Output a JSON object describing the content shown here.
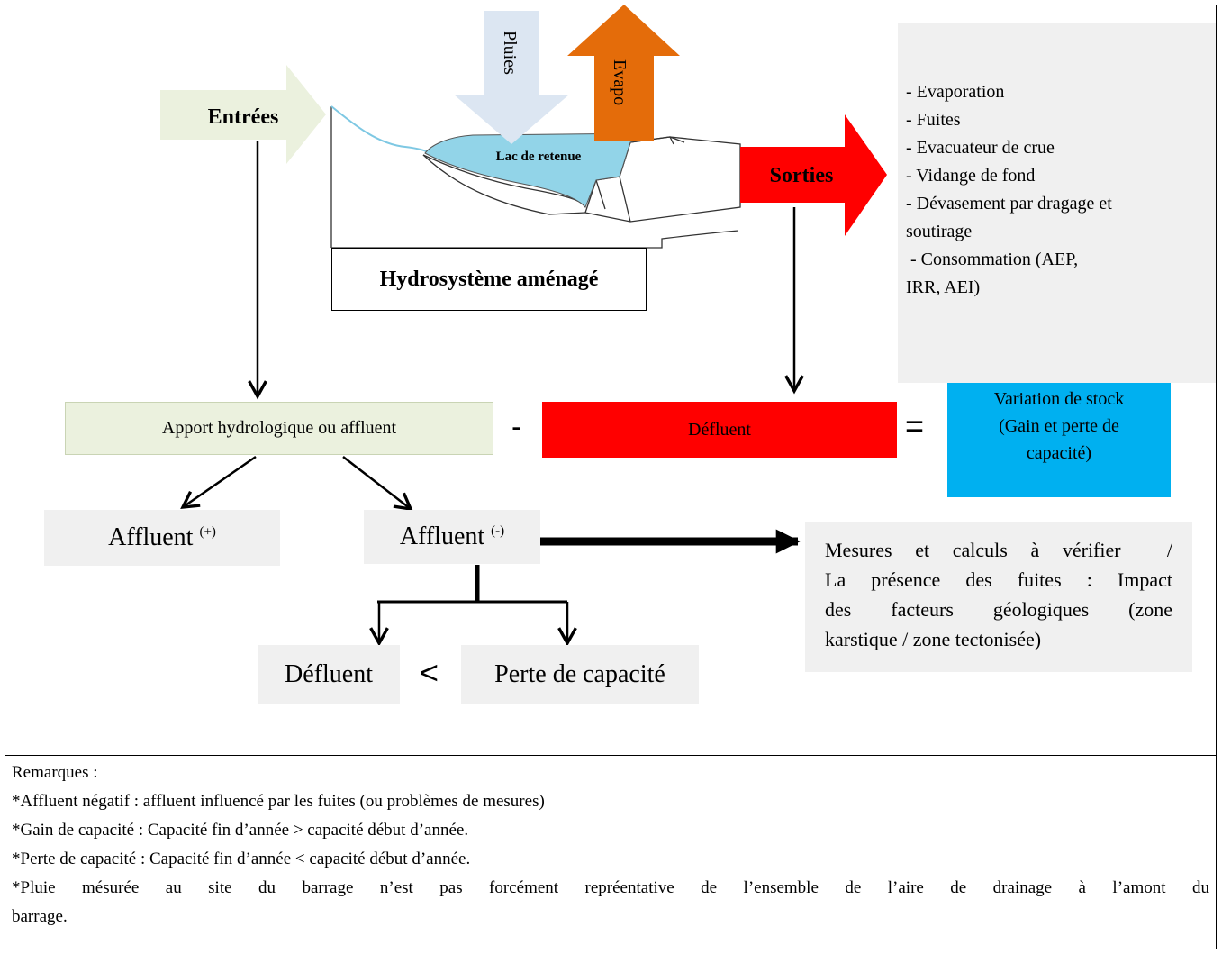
{
  "diagram": {
    "inputs": {
      "label": "Entrées"
    },
    "rain": {
      "label": "Pluies"
    },
    "evap": {
      "label": "Evapo"
    },
    "reservoir": {
      "label": "Lac de retenue"
    },
    "system": {
      "label": "Hydrosystème aménagé"
    },
    "outputs": {
      "label": "Sorties",
      "items": [
        "- Evaporation",
        "- Fuites",
        "- Evacuateur de crue",
        "- Vidange de fond",
        "- Dévasement par dragage et",
        "soutirage",
        " - Consommation (AEP,",
        "IRR, AEI)"
      ]
    },
    "equation": {
      "inflow": "Apport hydrologique ou affluent",
      "minus": "-",
      "outflow": "Défluent",
      "equals": "=",
      "result_lines": [
        "Variation de stock",
        "(Gain et perte de",
        "capacité)"
      ]
    },
    "affluent_pos": {
      "label": "Affluent",
      "sup": "(+)"
    },
    "affluent_neg": {
      "label": "Affluent",
      "sup": "(-)"
    },
    "check": {
      "lines": [
        "Mesures et calculs à vérifier  /",
        "La présence des fuites : Impact",
        "des facteurs géologiques (zone",
        "karstique / zone tectonisée)"
      ]
    },
    "compare": {
      "left": "Défluent",
      "symbol": "<",
      "right": "Perte de capacité"
    }
  },
  "notes": {
    "title": "Remarques :",
    "items": [
      "*Affluent négatif : affluent influencé par les fuites (ou problèmes de mesures)",
      "*Gain de capacité : Capacité fin d’année > capacité début d’année.",
      "*Perte de capacité : Capacité fin d’année < capacité début d’année.",
      "*Pluie mésurée au site du barrage n’est pas forcément repréentative de l’ensemble de l’aire de drainage à l’amont du",
      "barrage."
    ]
  },
  "colors": {
    "inputs_fill": "#ebf1de",
    "rain_fill": "#dce6f2",
    "evap_fill": "#e46c0a",
    "outputs_fill": "#ff0000",
    "water": "#92d4e8",
    "result_fill": "#00b0f0",
    "box_grey": "#f0f0f0"
  }
}
